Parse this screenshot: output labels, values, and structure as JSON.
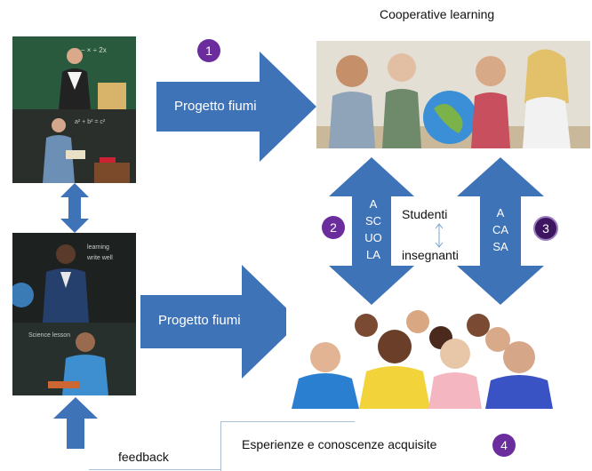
{
  "title": "Cooperative learning",
  "arrows": {
    "top_label": "Progetto fiumi",
    "bottom_label": "Progetto fiumi",
    "left_vertical": [
      "A",
      "SC",
      "UO",
      "LA"
    ],
    "right_vertical": [
      "A",
      "CA",
      "SA"
    ]
  },
  "center": {
    "top": "Studenti",
    "bottom": "insegnanti"
  },
  "badges": {
    "one": "1",
    "two": "2",
    "three": "3",
    "four": "4"
  },
  "bottom_box": {
    "text": "Esperienze e conoscenze acquisite"
  },
  "feedback_label": "feedback",
  "colors": {
    "arrow": "#3f73b8",
    "badge": "#6b2d9e",
    "chalkboard": "#1f3a2c"
  }
}
